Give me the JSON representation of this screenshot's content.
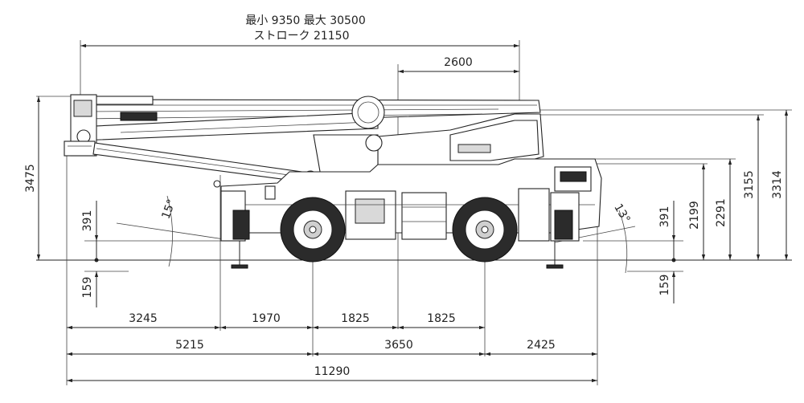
{
  "stroke_annotation": {
    "min_max": "最小 9350 最大 30500",
    "stroke": "ストローク 21150"
  },
  "dimensions": {
    "top_2600": "2600",
    "left_3475": "3475",
    "left_391": "391",
    "left_159": "159",
    "right_391": "391",
    "right_159": "159",
    "right_2199": "2199",
    "right_2291": "2291",
    "right_3155": "3155",
    "right_3314": "3314",
    "row1": [
      "3245",
      "1970",
      "1825",
      "1825"
    ],
    "row2": [
      "5215",
      "3650",
      "2425"
    ],
    "row3": "11290"
  },
  "angles": {
    "front": "15°",
    "rear": "13°"
  }
}
